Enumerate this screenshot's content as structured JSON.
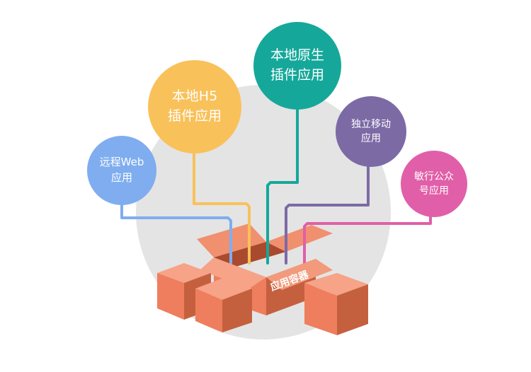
{
  "colors": {
    "background_disc": "#e4e4e4",
    "box_front": "#ee7e5d",
    "box_side": "#c5603f",
    "box_top": "#f6a387",
    "box_inside": "#a94a2e"
  },
  "nodes": [
    {
      "id": "web",
      "lines": [
        "远程Web",
        "应用"
      ],
      "color": "#7fadef"
    },
    {
      "id": "h5",
      "lines": [
        "本地H5",
        "插件应用"
      ],
      "color": "#f9c15a"
    },
    {
      "id": "native",
      "lines": [
        "本地原生",
        "插件应用"
      ],
      "color": "#15a89a"
    },
    {
      "id": "mobile",
      "lines": [
        "独立移动",
        "应用"
      ],
      "color": "#7c6aa5"
    },
    {
      "id": "public",
      "lines": [
        "敏行公众",
        "号应用"
      ],
      "color": "#e15fa8"
    }
  ],
  "container": {
    "label": "应用容器"
  }
}
